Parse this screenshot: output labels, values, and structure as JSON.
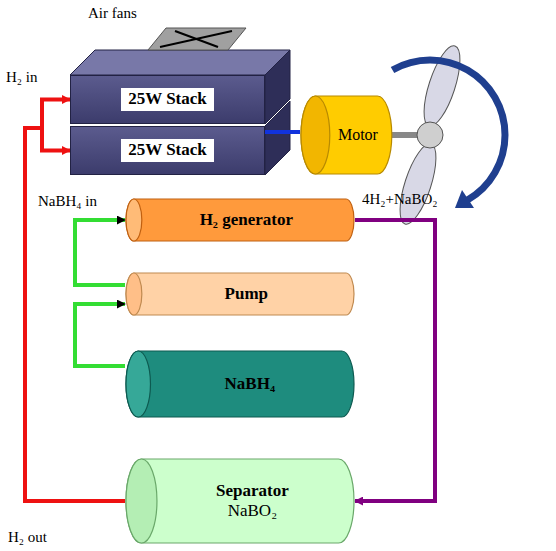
{
  "diagram": {
    "nodes": [
      {
        "text": [
          "25W Stack"
        ]
      },
      {
        "text": [
          "25W Stack"
        ]
      },
      {
        "text": [
          "Motor"
        ]
      },
      {
        "text": [
          "H₂ generator"
        ]
      },
      {
        "text": [
          "Pump"
        ]
      },
      {
        "text": [
          "NaBH₄"
        ]
      },
      {
        "text": [
          "Separator",
          "NaBO₂"
        ]
      }
    ],
    "edges": [
      {
        "from": 6,
        "to": 0,
        "arrow": "to"
      },
      {
        "from": 6,
        "to": 1,
        "arrow": "to"
      },
      {
        "from": 1,
        "to": 2,
        "arrow": "none"
      },
      {
        "from": 5,
        "to": 4,
        "arrow": "to"
      },
      {
        "from": 4,
        "to": 3,
        "arrow": "to"
      },
      {
        "from": 3,
        "to": 6,
        "arrow": "to"
      }
    ],
    "labels": [
      "Air fans",
      "H₂ in",
      "NaBH₄ in",
      "4H₂+NaBO₂",
      "H₂ out"
    ]
  }
}
